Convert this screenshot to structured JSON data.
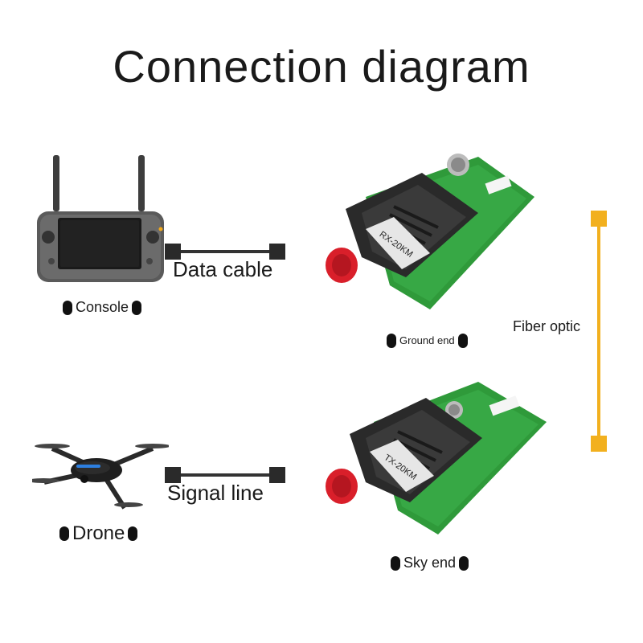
{
  "title": "Connection diagram",
  "labels": {
    "data_cable": "Data cable",
    "signal_line": "Signal line",
    "console": "Console",
    "drone": "Drone",
    "ground_end": "Ground end",
    "sky_end": "Sky end",
    "fiber_optic": "Fiber optic"
  },
  "modules": {
    "ground_module_text": "RX-20KM",
    "sky_module_text": "TX-20KM"
  },
  "colors": {
    "fiber": "#f2b01e",
    "pcb": "#2f9a3a",
    "connector": "#d91f2a",
    "cable": "#333333"
  }
}
